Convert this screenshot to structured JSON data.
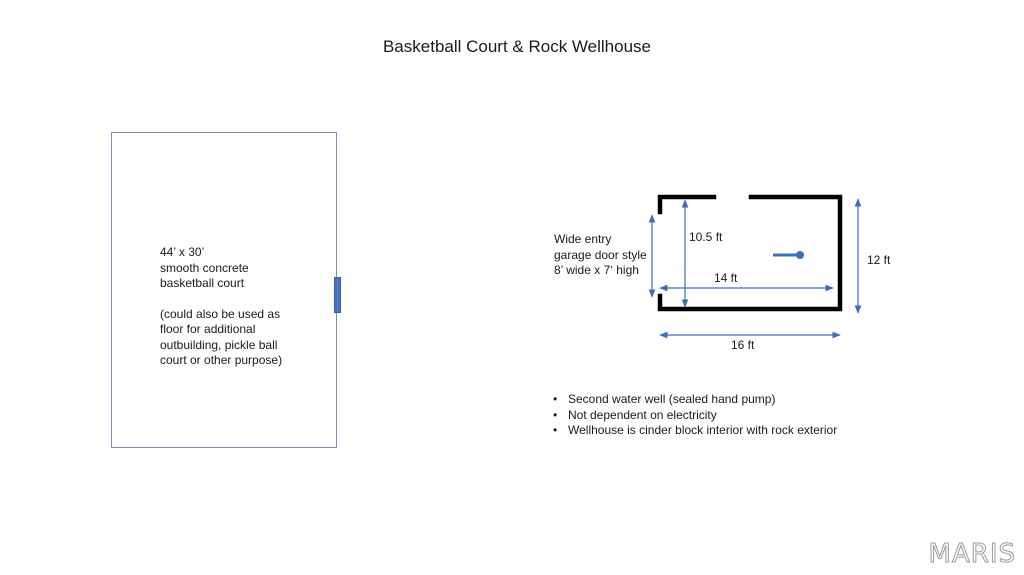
{
  "title": "Basketball Court & Rock Wellhouse",
  "court": {
    "lines": [
      "44’ x 30’",
      "smooth concrete",
      "basketball court"
    ],
    "note_lines": [
      "(could also be used as",
      "floor for additional",
      "outbuilding, pickle ball",
      "court or other purpose)"
    ]
  },
  "wellhouse": {
    "entry_lines": [
      "Wide entry",
      "garage door style",
      "8’ wide x 7‘ high"
    ],
    "dim_depth": "10.5  ft",
    "dim_inner_width": "14 ft",
    "dim_height": "12  ft",
    "dim_outer_width": "16 ft",
    "wall_color": "#000000",
    "arrow_color": "#3b6fb6"
  },
  "notes": [
    "Second water well (sealed hand pump)",
    "Not dependent on electricity",
    "Wellhouse is cinder block interior with rock exterior"
  ],
  "brand": "MARIS"
}
